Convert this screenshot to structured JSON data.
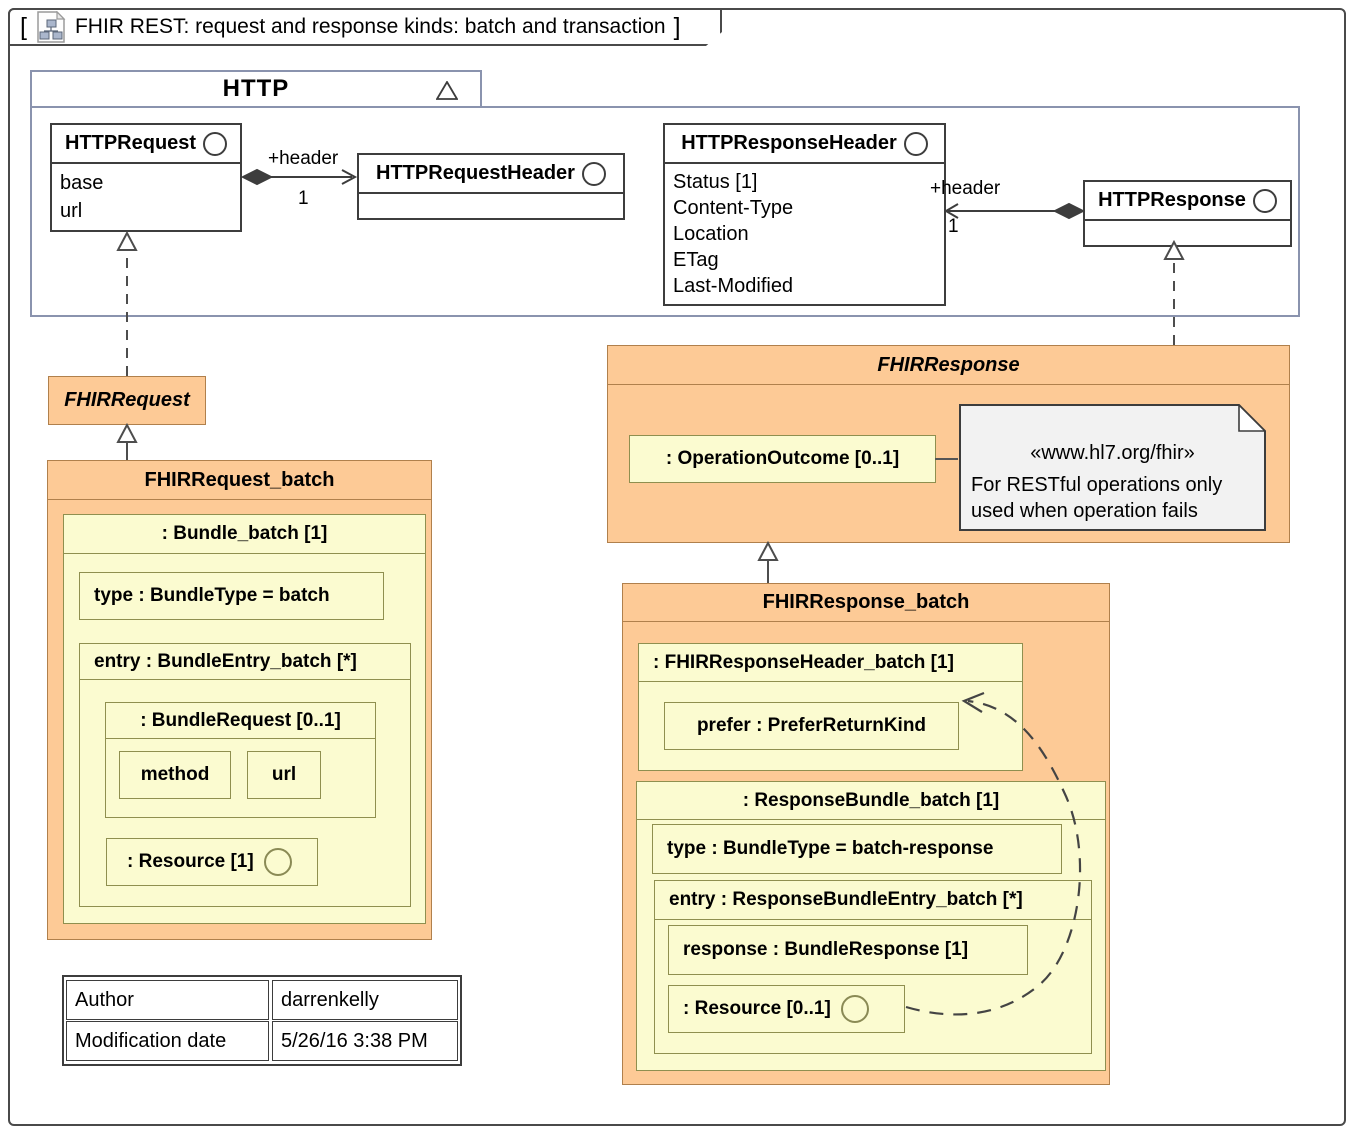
{
  "frame": {
    "bracket_left": "[",
    "bracket_right": "]",
    "title": "FHIR REST: request and response kinds: batch and transaction"
  },
  "http": {
    "name": "HTTP",
    "request": {
      "name": "HTTPRequest",
      "attrs": [
        "base",
        "url"
      ]
    },
    "request_header": {
      "name": "HTTPRequestHeader"
    },
    "response_header": {
      "name": "HTTPResponseHeader",
      "attrs": [
        "Status [1]",
        "Content-Type",
        "Location",
        "ETag",
        "Last-Modified"
      ]
    },
    "response": {
      "name": "HTTPResponse"
    },
    "assoc_request": {
      "role": "+header",
      "mult": "1"
    },
    "assoc_response": {
      "role": "+header",
      "mult": "1"
    }
  },
  "fhir_request": {
    "name": "FHIRRequest"
  },
  "request_batch": {
    "name": "FHIRRequest_batch",
    "bundle": ": Bundle_batch [1]",
    "type": "type : BundleType = batch",
    "entry": "entry : BundleEntry_batch [*]",
    "bundle_request": ": BundleRequest [0..1]",
    "method": "method",
    "url": "url",
    "resource": ": Resource [1]"
  },
  "fhir_response": {
    "name": "FHIRResponse",
    "operation_outcome": ": OperationOutcome [0..1]"
  },
  "note": {
    "stereotype": "«www.hl7.org/fhir»",
    "line1": "For RESTful operations only",
    "line2": "used when operation fails"
  },
  "response_batch": {
    "name": "FHIRResponse_batch",
    "header": ": FHIRResponseHeader_batch [1]",
    "prefer": "prefer : PreferReturnKind",
    "bundle": ": ResponseBundle_batch [1]",
    "type": "type : BundleType = batch-response",
    "entry": "entry : ResponseBundleEntry_batch [*]",
    "response": "response : BundleResponse [1]",
    "resource": ": Resource [0..1]"
  },
  "info_table": {
    "rows": [
      {
        "label": "Author",
        "value": "darrenkelly"
      },
      {
        "label": "Modification date",
        "value": "5/26/16 3:38 PM"
      }
    ]
  },
  "colors": {
    "block_orange": "#fdca96",
    "block_orange_border": "#b0804c",
    "part_yellow": "#fbfbd0",
    "part_yellow_border": "#8f8f4f",
    "package_border": "#8a93ae",
    "class_border": "#3d3d3d",
    "note_fill": "#f2f2f2"
  }
}
